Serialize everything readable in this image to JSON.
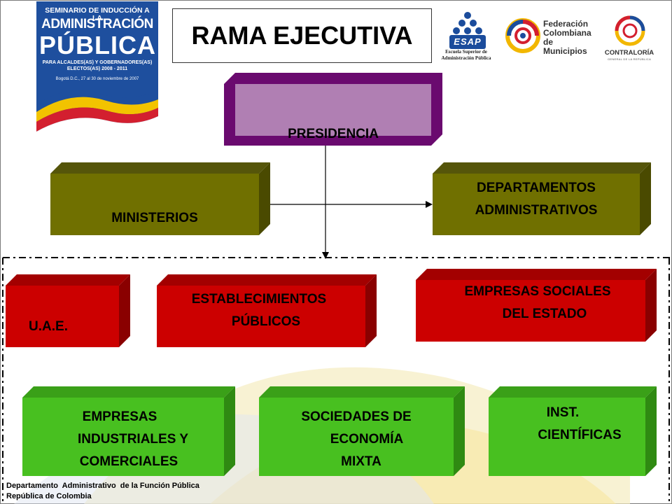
{
  "logo": {
    "top_text": "SEMINARIO DE INDUCCIÓN A LA",
    "line1": "ADMINISTRACIÓN",
    "line2": "PÚBLICA",
    "sub": "PARA ALCALDES(AS) Y GOBERNADORES(AS) ELECTOS(AS) 2008 - 2011",
    "date": "Bogotá D.C., 27 al 30 de noviembre de 2007"
  },
  "title": "RAMA EJECUTIVA",
  "logos": {
    "esap_word": "ESAP",
    "esap_text": "Escuela Superior de Administración Pública",
    "federacion_l1": "Federación",
    "federacion_l2": "Colombiana",
    "federacion_l3": "de Municipios",
    "contraloria": "CONTRALORÍA",
    "contraloria_sub": "GENERAL DE LA REPÚBLICA"
  },
  "nodes": {
    "presidencia": "PRESIDENCIA",
    "ministerios": "MINISTERIOS",
    "departamentos_l1": "DEPARTAMENTOS",
    "departamentos_l2": "ADMINISTRATIVOS",
    "uae": "U.A.E.",
    "establecimientos_l1": "ESTABLECIMIENTOS",
    "establecimientos_l2": "PÚBLICOS",
    "ese_l1": "EMPRESAS SOCIALES",
    "ese_l2": "DEL ESTADO",
    "eice_l1": "EMPRESAS",
    "eice_l2": "INDUSTRIALES Y",
    "eice_l3": "COMERCIALES",
    "sem_l1": "SOCIEDADES DE",
    "sem_l2": "ECONOMÍA",
    "sem_l3": "MIXTA",
    "inst_l1": "INST.",
    "inst_l2": "CIENTÍFICAS"
  },
  "footer": {
    "line1": "Departamento  Administrativo  de la Función Pública",
    "line2": "República de Colombia"
  },
  "colors": {
    "presidencia_front": "#b07fb3",
    "presidencia_dark": "#6a0a6f",
    "olive": "#707000",
    "red": "#cc0000",
    "green": "#48c020"
  }
}
